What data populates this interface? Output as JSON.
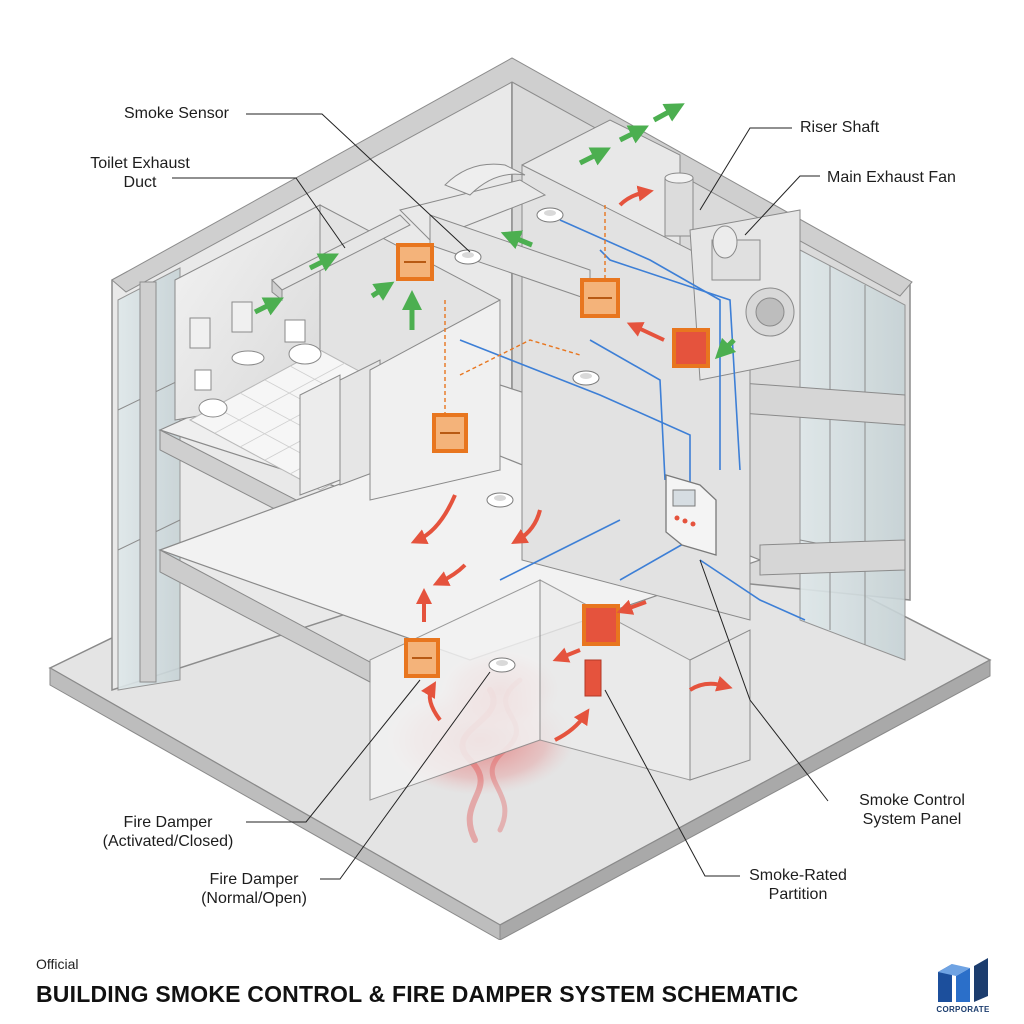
{
  "labels": {
    "smoke_sensor": "Smoke Sensor",
    "toilet_exhaust_duct": [
      "Toilet Exhaust",
      "Duct"
    ],
    "riser_shaft": "Riser Shaft",
    "main_exhaust_fan": "Main Exhaust Fan",
    "smoke_control_panel": [
      "Smoke Control",
      "System Panel"
    ],
    "smoke_rated_partition": [
      "Smoke-Rated",
      "Partition"
    ],
    "fire_damper_closed": [
      "Fire Damper",
      "(Activated/Closed)"
    ],
    "fire_damper_open": [
      "Fire Damper",
      "(Normal/Open)"
    ]
  },
  "footer": {
    "tag": "Official",
    "title": "BUILDING SMOKE CONTROL & FIRE DAMPER SYSTEM SCHEMATIC",
    "logo_text": "CORPORATE"
  },
  "colors": {
    "airflow_arrow": "#4caf50",
    "smoke_arrow": "#e5533d",
    "damper_frame": "#e8761f",
    "control_wiring": "#3d7fd6",
    "smoke_cloud": "#e23a3a",
    "logo_blue": "#1c4f9c"
  }
}
